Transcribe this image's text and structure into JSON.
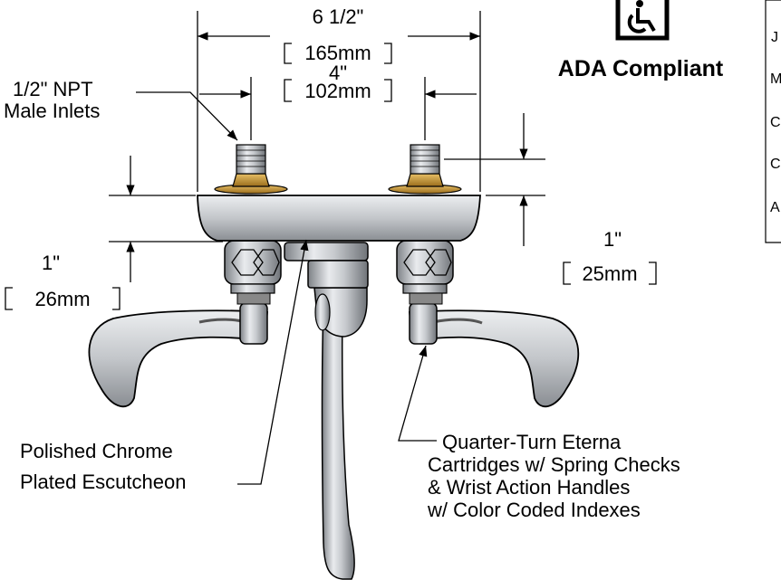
{
  "dimensions": {
    "overall_width": {
      "imperial": "6 1/2\"",
      "metric": "165mm"
    },
    "center_spacing": {
      "imperial": "4\"",
      "metric": "102mm"
    },
    "escutcheon_height": {
      "imperial": "1\"",
      "metric": "25mm"
    },
    "body_height": {
      "imperial": "1\"",
      "metric": "26mm"
    }
  },
  "callouts": {
    "inlets": [
      "1/2\" NPT",
      "Male Inlets"
    ],
    "escutcheon": [
      "Polished Chrome",
      "Plated Escutcheon"
    ],
    "cartridges": [
      "Quarter-Turn Eterna",
      "Cartridges w/ Spring Checks",
      "& Wrist Action Handles",
      "w/ Color Coded Indexes"
    ]
  },
  "badge": {
    "icon": "wheelchair-accessible-icon",
    "text": "ADA Compliant"
  },
  "side_table": {
    "rows": [
      "J",
      "M",
      "C",
      "C",
      "A"
    ]
  },
  "colors": {
    "chrome": "#c9ccd0",
    "brass": "#c9962e",
    "line": "#000000"
  }
}
